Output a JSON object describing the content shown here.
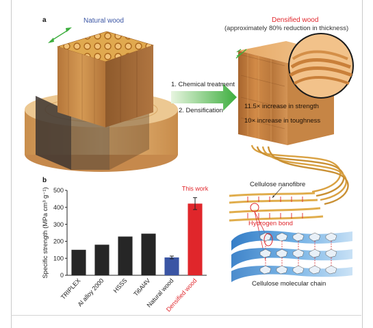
{
  "figure": {
    "panel_a": {
      "label": "a",
      "natural_wood_title": "Natural wood",
      "densified_title": "Densified wood",
      "densified_subtitle": "(approximately 80% reduction in thickness)",
      "process_step_1": "1. Chemical treatment",
      "process_step_2": "2. Densification",
      "improvement_strength": "11.5× increase in strength",
      "improvement_toughness": "10× increase in toughness",
      "cellulose_nanofibre": "Cellulose nanofibre",
      "hydrogen_bond": "Hydrogen bond",
      "cellulose_molecular_chain": "Cellulose molecular chain",
      "colors": {
        "natural_title": "#3a55a4",
        "densified_title": "#e0262b",
        "arrow_green": "#3dae3e",
        "hydrogen_bond": "#e0262b"
      }
    },
    "panel_b": {
      "label": "b"
    }
  },
  "chart_data": {
    "type": "bar",
    "categories": [
      "TRIPLEX",
      "Al alloy 2000",
      "HSSS",
      "Ti6Al4V",
      "Natural wood",
      "Densified wood"
    ],
    "values": [
      150,
      180,
      228,
      245,
      105,
      422
    ],
    "errors": [
      0,
      0,
      0,
      0,
      8,
      35
    ],
    "bar_colors": [
      "#262626",
      "#262626",
      "#262626",
      "#262626",
      "#3a55a4",
      "#e0262b"
    ],
    "tick_label_colors": [
      "#222222",
      "#222222",
      "#222222",
      "#222222",
      "#222222",
      "#e0262b"
    ],
    "ylabel": "Specific strength (MPa cm³ g⁻¹)",
    "ylim": [
      0,
      500
    ],
    "yticks": [
      0,
      100,
      200,
      300,
      400,
      500
    ],
    "annotation": "This work",
    "grid": false
  }
}
